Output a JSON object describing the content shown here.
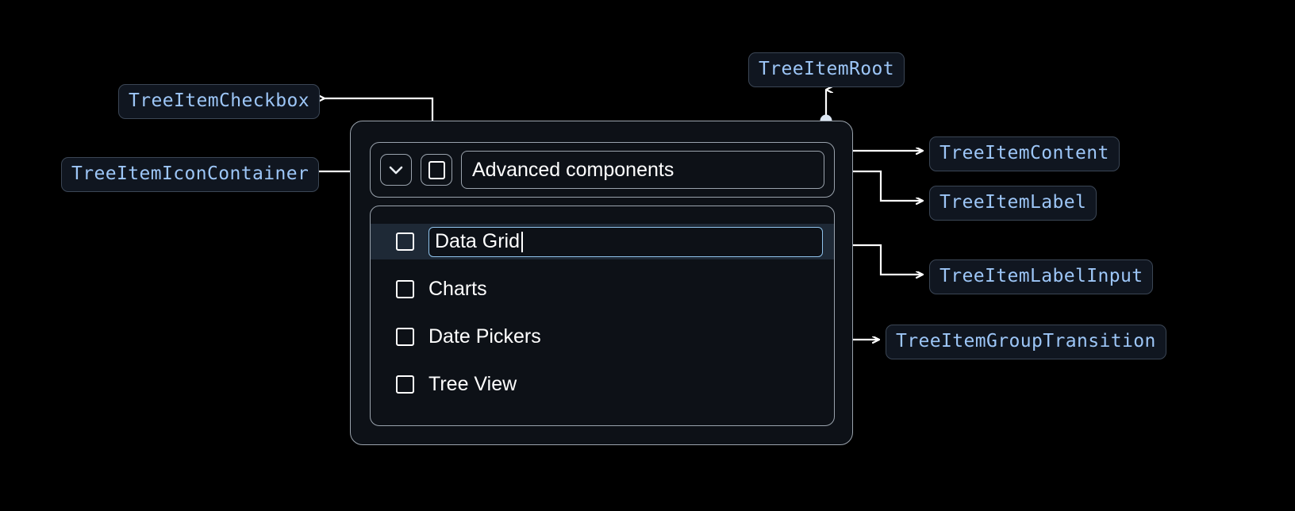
{
  "annotations": [
    {
      "id": "tree-item-checkbox",
      "label": "TreeItemCheckbox"
    },
    {
      "id": "tree-item-icon-container",
      "label": "TreeItemIconContainer"
    },
    {
      "id": "tree-item-root",
      "label": "TreeItemRoot"
    },
    {
      "id": "tree-item-content",
      "label": "TreeItemContent"
    },
    {
      "id": "tree-item-label",
      "label": "TreeItemLabel"
    },
    {
      "id": "tree-item-label-input",
      "label": "TreeItemLabelInput"
    },
    {
      "id": "tree-item-group-transition",
      "label": "TreeItemGroupTransition"
    }
  ],
  "tree": {
    "expand_icon": "chevron-down-icon",
    "root_label": "Advanced components",
    "editing_value": "Data Grid",
    "children": [
      {
        "label": "Data Grid",
        "editing": true,
        "selected": true,
        "checked": false
      },
      {
        "label": "Charts",
        "editing": false,
        "selected": false,
        "checked": false
      },
      {
        "label": "Date Pickers",
        "editing": false,
        "selected": false,
        "checked": false
      },
      {
        "label": "Tree View",
        "editing": false,
        "selected": false,
        "checked": false
      }
    ]
  },
  "colors": {
    "background": "#000000",
    "chip_fill": "#101620",
    "chip_border": "#3b4655",
    "chip_text": "#9dc6f7",
    "widget_fill": "#0d1117",
    "widget_border": "#9aa3ad",
    "selected_row": "#1e2936",
    "input_border": "#8fc3ec",
    "connector": "#ffffff",
    "text": "#ffffff"
  }
}
